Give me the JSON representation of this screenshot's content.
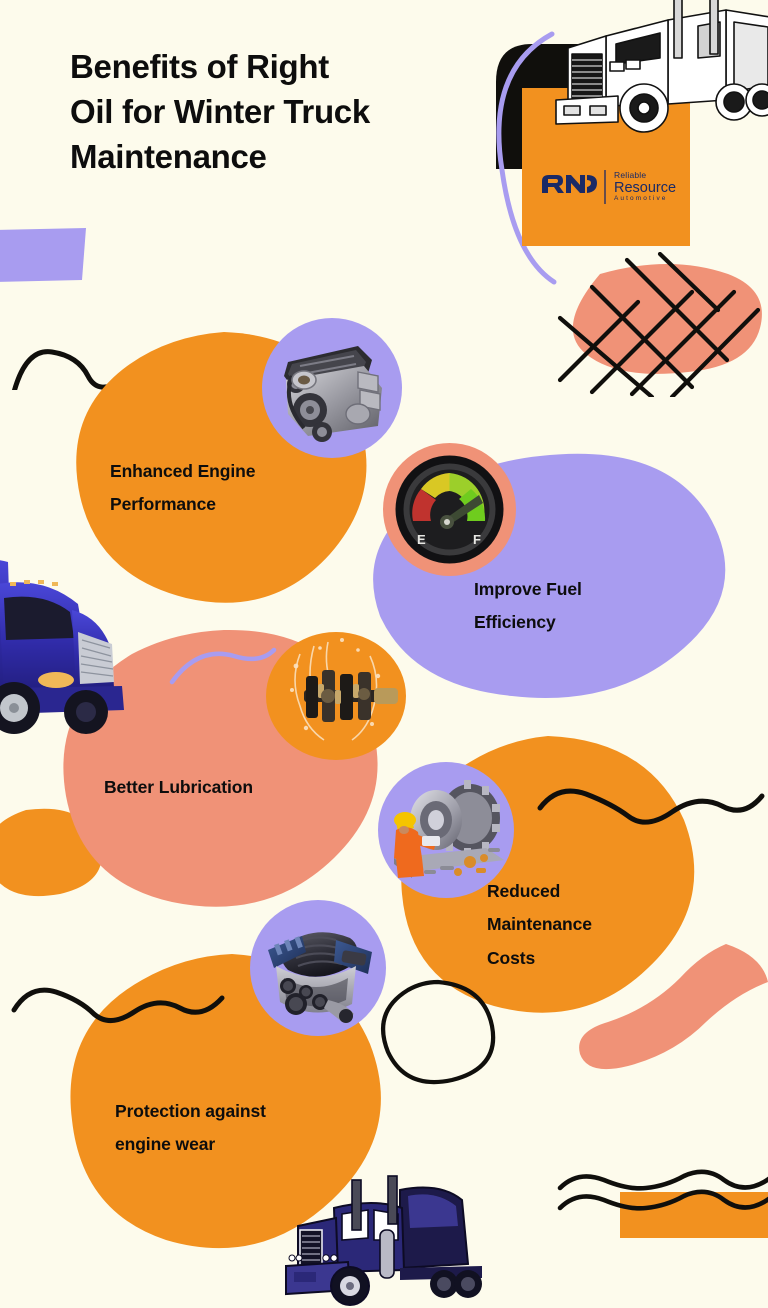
{
  "poster": {
    "title_lines": [
      "Benefits of Right",
      "Oil for Winter Truck",
      "Maintenance"
    ],
    "background_color": "#fdfbec"
  },
  "logo": {
    "mark_text": "RNR",
    "line1": "Reliable",
    "line2": "Resource",
    "line3": "Automotive",
    "card_color": "#f2911f",
    "text_color": "#1b2a66"
  },
  "benefits": [
    {
      "label": "Enhanced Engine Performance",
      "label_lines": [
        "Enhanced Engine",
        "Performance"
      ],
      "icon": "engine-block-icon",
      "blob_color": "#f2911f",
      "icon_circle_color": "#a89cf0"
    },
    {
      "label": "Improve Fuel Efficiency",
      "label_lines": [
        "Improve Fuel",
        "Efficiency"
      ],
      "icon": "fuel-gauge-icon",
      "blob_color": "#a89cf0",
      "icon_circle_color": "#f09277"
    },
    {
      "label": "Better Lubrication",
      "label_lines": [
        "Better Lubrication"
      ],
      "icon": "crankshaft-icon",
      "blob_color": "#f09277",
      "icon_circle_color": "#f2911f"
    },
    {
      "label": "Reduced Maintenance Costs",
      "label_lines": [
        "Reduced",
        "Maintenance",
        "Costs"
      ],
      "icon": "gear-maintenance-icon",
      "blob_color": "#f2911f",
      "icon_circle_color": "#a89cf0"
    },
    {
      "label": "Protection against engine wear",
      "label_lines": [
        "Protection against",
        "engine wear"
      ],
      "icon": "v-engine-icon",
      "blob_color": "#f2911f",
      "icon_circle_color": "#a89cf0"
    }
  ],
  "gauge": {
    "left_label": "E",
    "right_label": "F",
    "zone_colors": [
      "#c0332e",
      "#d9c824",
      "#6fcc1e"
    ],
    "needle_color": "#3d4a33"
  },
  "decorations": {
    "purple_block": "#a89cf0",
    "salmon": "#f09277",
    "orange": "#f2911f",
    "black": "#100f0c",
    "truck_top": "white-line-art-semi-truck",
    "truck_left": "blue-semi-truck",
    "truck_bottom": "navy-semi-truck",
    "crosshatch": "crosshatch-grid-decoration",
    "squiggles": "wavy-line-decoration",
    "circle_outline": "black-circle-outline-decoration"
  }
}
